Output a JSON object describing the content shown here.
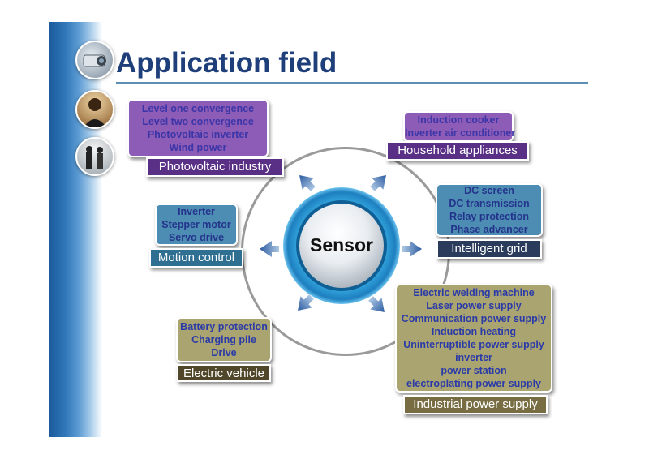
{
  "title": "Application field",
  "center": {
    "label": "Sensor"
  },
  "nodes": {
    "photovoltaic": {
      "label": "Photovoltaic industry",
      "items": [
        "Level one convergence",
        "Level two convergence",
        "Photovoltaic inverter",
        "Wind power"
      ]
    },
    "household": {
      "label": "Household appliances",
      "items": [
        "Induction cooker",
        "Inverter air conditioner"
      ]
    },
    "motion": {
      "label": "Motion control",
      "items": [
        "Inverter",
        "Stepper motor",
        "Servo drive"
      ]
    },
    "grid": {
      "label": "Intelligent grid",
      "items": [
        "DC screen",
        "DC transmission",
        "Relay protection",
        "Phase advancer"
      ]
    },
    "vehicle": {
      "label": "Electric vehicle",
      "items": [
        "Battery protection",
        "Charging pile",
        "Drive"
      ]
    },
    "industrial": {
      "label": "Industrial power supply",
      "items": [
        "Electric welding machine",
        "Laser power supply",
        "Communication power supply",
        "Induction heating",
        "Uninterruptible power supply",
        "inverter",
        "power station",
        "electroplating power supply"
      ]
    }
  }
}
